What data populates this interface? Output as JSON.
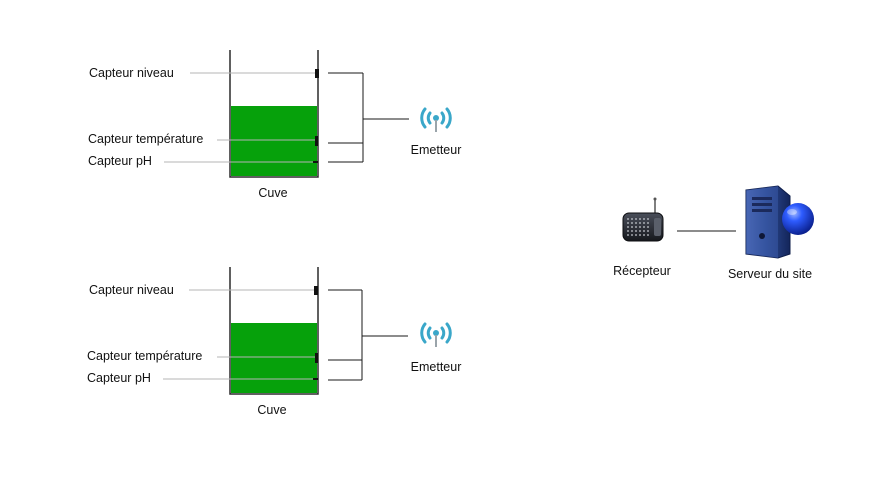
{
  "colors": {
    "liquid": "#06a10b",
    "tank_wall": "#2b2b2b",
    "sensor_line": "#b4b4b4",
    "connector": "#1a1a1a",
    "antenna": "#3aa7c9",
    "server_body": "#2f4d96",
    "globe": "#1746e6"
  },
  "tank_units": [
    {
      "sensors": {
        "level": "Capteur niveau",
        "temperature": "Capteur température",
        "ph": "Capteur pH"
      },
      "tank_label": "Cuve",
      "emitter_label": "Emetteur",
      "emitter_icon": "antenna-icon"
    },
    {
      "sensors": {
        "level": "Capteur niveau",
        "temperature": "Capteur température",
        "ph": "Capteur pH"
      },
      "tank_label": "Cuve",
      "emitter_label": "Emetteur",
      "emitter_icon": "antenna-icon"
    }
  ],
  "receiver": {
    "label": "Récepteur",
    "icon": "radio-receiver-icon"
  },
  "server": {
    "label": "Serveur du site",
    "icon": "server-globe-icon"
  }
}
